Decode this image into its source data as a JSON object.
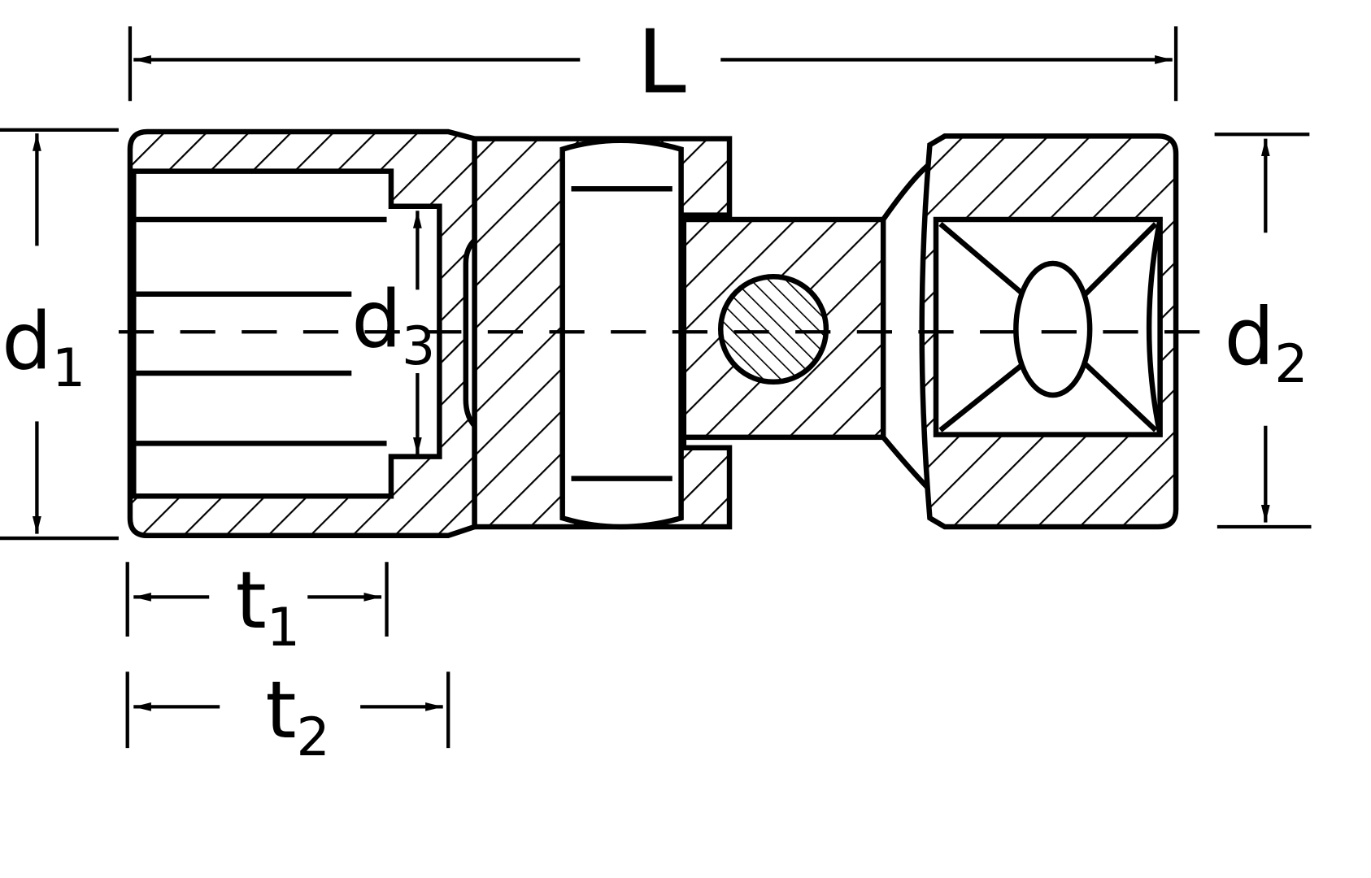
{
  "diagram": {
    "title_labels": {
      "length": "L",
      "d1_main": "d",
      "d1_sub": "1",
      "d2_main": "d",
      "d2_sub": "2",
      "d3_main": "d",
      "d3_sub": "3",
      "t1_main": "t",
      "t1_sub": "1",
      "t2_main": "t",
      "t2_sub": "2"
    },
    "colors": {
      "line": "#000000",
      "background": "#ffffff"
    }
  }
}
